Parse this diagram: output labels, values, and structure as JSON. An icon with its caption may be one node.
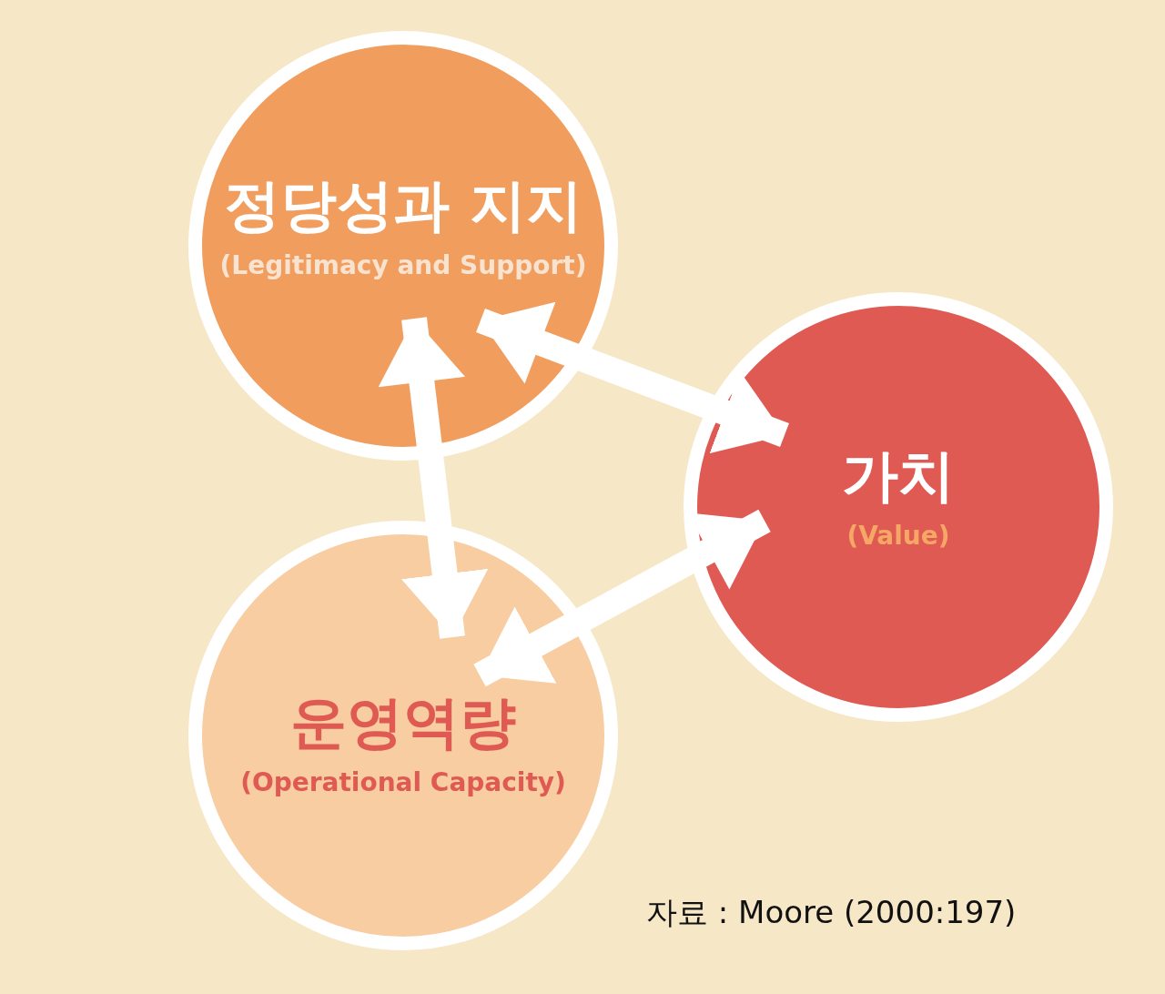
{
  "diagram": {
    "nodes": [
      {
        "text": [
          "정당성과 지지",
          "(Legitimacy and Support)"
        ]
      },
      {
        "text": [
          "가치",
          "(Value)"
        ]
      },
      {
        "text": [
          "운영역량",
          "(Operational Capacity)"
        ]
      }
    ],
    "edges": [
      {
        "from": 0,
        "to": 1,
        "arrow": "both"
      },
      {
        "from": 0,
        "to": 2,
        "arrow": "both"
      },
      {
        "from": 1,
        "to": 2,
        "arrow": "both"
      }
    ],
    "labels": [
      "자료 : Moore (2000:197)"
    ]
  }
}
